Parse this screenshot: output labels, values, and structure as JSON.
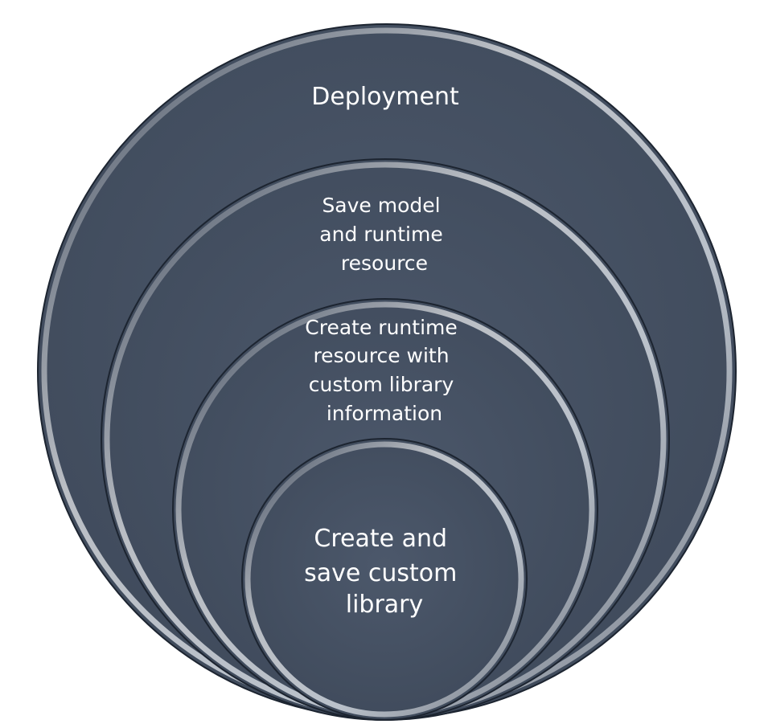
{
  "diagram": {
    "rings": [
      {
        "label_lines": [
          "Deployment"
        ]
      },
      {
        "label_lines": [
          "Save model",
          "and runtime",
          "resource"
        ]
      },
      {
        "label_lines": [
          "Create runtime",
          "resource with",
          "custom library",
          "information"
        ]
      },
      {
        "label_lines": [
          "Create and",
          "save custom",
          "library"
        ]
      }
    ],
    "colors": {
      "fill": "#475366",
      "outline": "#1c2430",
      "highlight": "#e9edf2",
      "text": "#ffffff"
    }
  }
}
